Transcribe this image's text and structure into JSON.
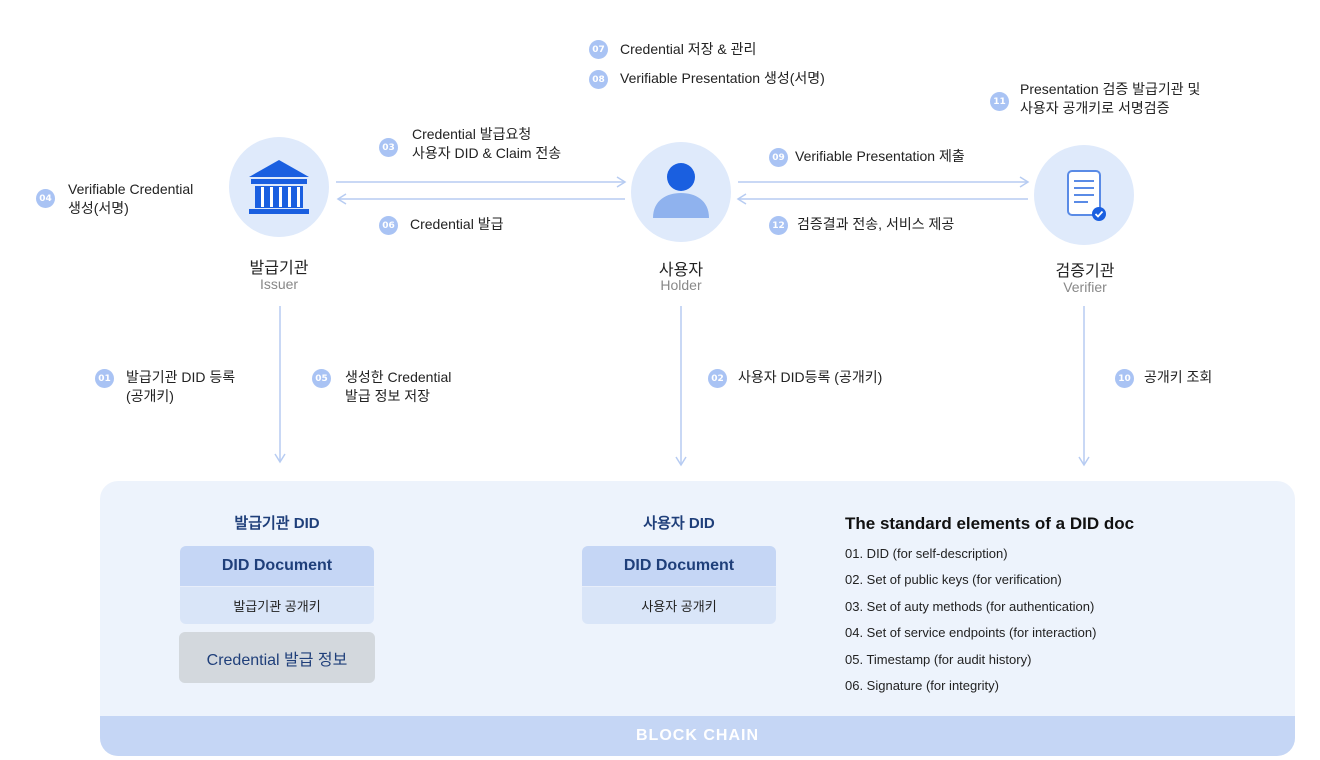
{
  "steps": {
    "s01": {
      "num": "01",
      "line1": "발급기관 DID 등록",
      "line2": "(공개키)"
    },
    "s02": {
      "num": "02",
      "line1": "사용자 DID등록 (공개키)"
    },
    "s03": {
      "num": "03",
      "line1": "Credential 발급요청",
      "line2": "사용자 DID & Claim 전송"
    },
    "s04": {
      "num": "04",
      "line1": "Verifiable Credential",
      "line2": "생성(서명)"
    },
    "s05": {
      "num": "05",
      "line1": "생성한 Credential",
      "line2": "발급 정보 저장"
    },
    "s06": {
      "num": "06",
      "line1": "Credential 발급"
    },
    "s07": {
      "num": "07",
      "line1": "Credential 저장 & 관리"
    },
    "s08": {
      "num": "08",
      "line1": "Verifiable Presentation 생성(서명)"
    },
    "s09": {
      "num": "09",
      "line1": "Verifiable Presentation 제출"
    },
    "s10": {
      "num": "10",
      "line1": "공개키 조회"
    },
    "s11": {
      "num": "11",
      "line1": "Presentation 검증 발급기관 및",
      "line2": "사용자 공개키로 서명검증"
    },
    "s12": {
      "num": "12",
      "line1": "검증결과 전송, 서비스 제공"
    }
  },
  "actors": {
    "issuer": {
      "name": "발급기관",
      "sub": "Issuer",
      "icon": "bank-icon"
    },
    "holder": {
      "name": "사용자",
      "sub": "Holder",
      "icon": "user-icon"
    },
    "verifier": {
      "name": "검증기관",
      "sub": "Verifier",
      "icon": "document-check-icon"
    }
  },
  "blockchain": {
    "label": "BLOCK CHAIN",
    "issuer_did": {
      "title": "발급기관 DID",
      "doc": "DID Document",
      "key": "발급기관 공개키",
      "credential": "Credential 발급 정보"
    },
    "holder_did": {
      "title": "사용자 DID",
      "doc": "DID Document",
      "key": "사용자 공개키"
    },
    "standard": {
      "title": "The standard elements of a DID doc",
      "items": [
        "01.  DID (for self-description)",
        "02. Set of public keys (for verification)",
        "03. Set of auty methods (for authentication)",
        "04. Set of service endpoints (for interaction)",
        "05. Timestamp (for audit history)",
        "06. Signature (for integrity)"
      ]
    }
  },
  "colors": {
    "accent": "#1a5fe0",
    "badge": "#a9c3f4",
    "arrow": "#b7ccf2",
    "panel": "#edf3fc",
    "bar": "#c5d6f5",
    "title": "#1f3f7a"
  }
}
